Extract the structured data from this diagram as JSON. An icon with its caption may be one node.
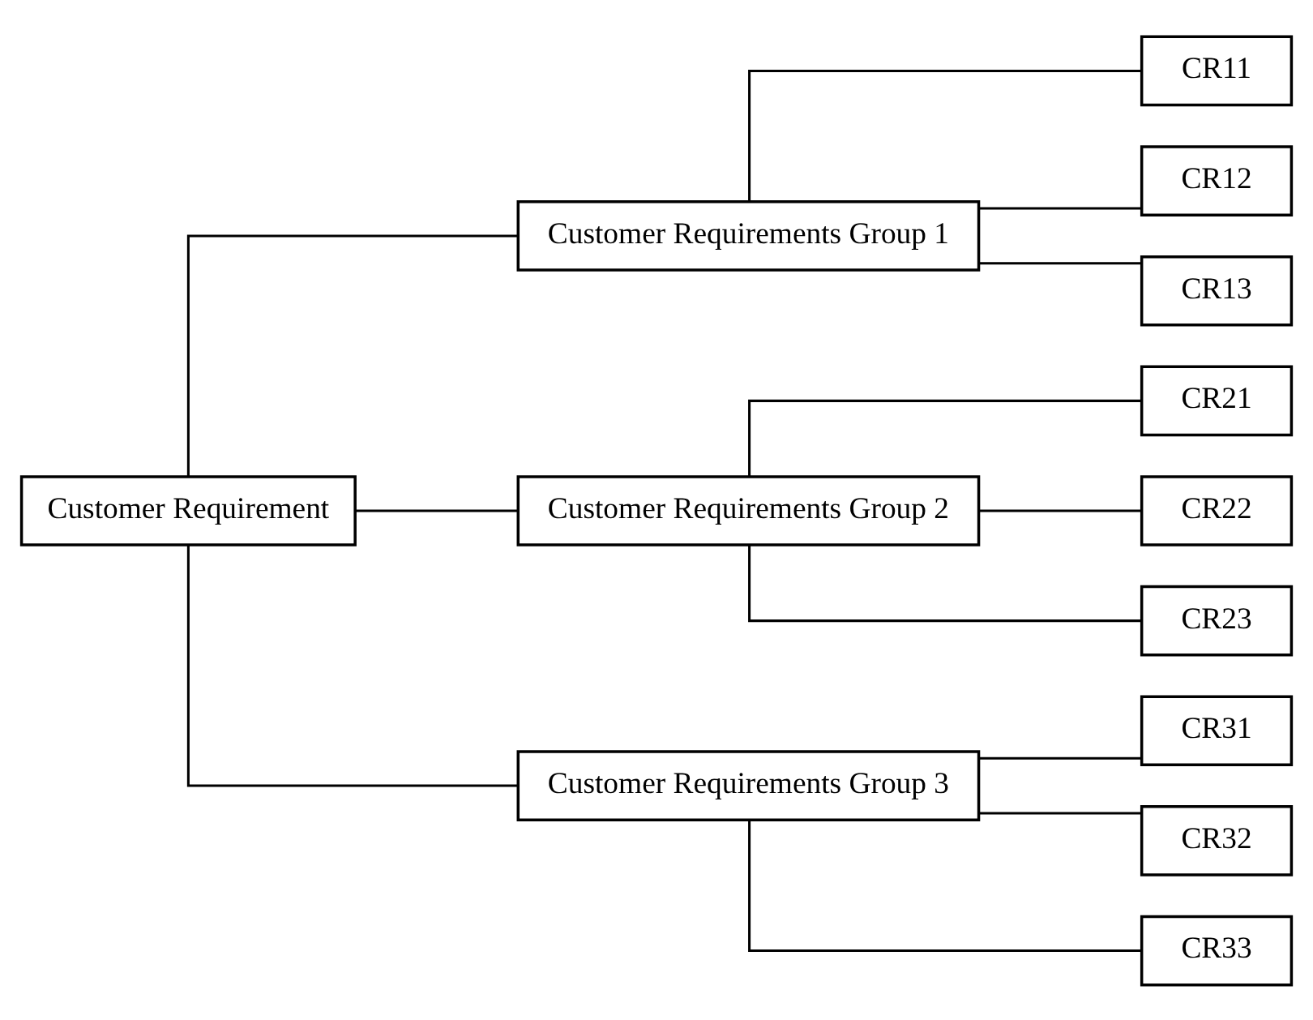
{
  "diagram": {
    "nodes": [
      {
        "text": [
          "Customer Requirement"
        ]
      },
      {
        "text": [
          "Customer Requirements Group 1"
        ]
      },
      {
        "text": [
          "Customer Requirements Group 2"
        ]
      },
      {
        "text": [
          "Customer Requirements Group 3"
        ]
      },
      {
        "text": [
          "CR11"
        ]
      },
      {
        "text": [
          "CR12"
        ]
      },
      {
        "text": [
          "CR13"
        ]
      },
      {
        "text": [
          "CR21"
        ]
      },
      {
        "text": [
          "CR22"
        ]
      },
      {
        "text": [
          "CR23"
        ]
      },
      {
        "text": [
          "CR31"
        ]
      },
      {
        "text": [
          "CR32"
        ]
      },
      {
        "text": [
          "CR33"
        ]
      }
    ],
    "edges": [
      {
        "from": 0,
        "to": 1,
        "arrow": "none"
      },
      {
        "from": 0,
        "to": 2,
        "arrow": "none"
      },
      {
        "from": 0,
        "to": 3,
        "arrow": "none"
      },
      {
        "from": 1,
        "to": 4,
        "arrow": "none"
      },
      {
        "from": 1,
        "to": 5,
        "arrow": "none"
      },
      {
        "from": 1,
        "to": 6,
        "arrow": "none"
      },
      {
        "from": 2,
        "to": 7,
        "arrow": "none"
      },
      {
        "from": 2,
        "to": 8,
        "arrow": "none"
      },
      {
        "from": 2,
        "to": 9,
        "arrow": "none"
      },
      {
        "from": 3,
        "to": 10,
        "arrow": "none"
      },
      {
        "from": 3,
        "to": 11,
        "arrow": "none"
      },
      {
        "from": 3,
        "to": 12,
        "arrow": "none"
      }
    ]
  }
}
